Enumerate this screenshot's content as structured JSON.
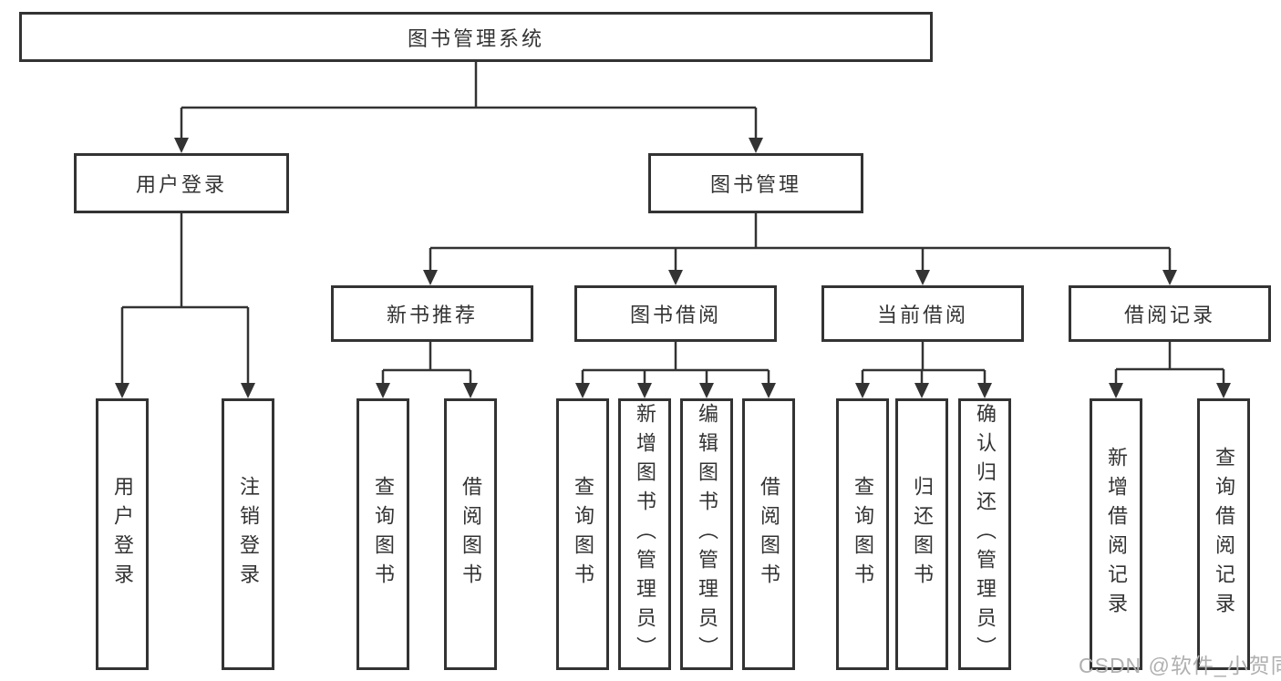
{
  "colors": {
    "line": "#333333",
    "box_border": "#333333",
    "text": "#333333",
    "watermark_text": "#b0b0b0",
    "background": "#ffffff"
  },
  "tree": {
    "root": {
      "label": "图书管理系统"
    },
    "branches": [
      {
        "label": "用户登录",
        "children": [
          {
            "label": "用户登录"
          },
          {
            "label": "注销登录"
          }
        ]
      },
      {
        "label": "图书管理",
        "children": [
          {
            "label": "新书推荐",
            "children": [
              {
                "label": "查询图书"
              },
              {
                "label": "借阅图书"
              }
            ]
          },
          {
            "label": "图书借阅",
            "children": [
              {
                "label": "查询图书"
              },
              {
                "label": "新增图书（管理员）"
              },
              {
                "label": "编辑图书（管理员）"
              },
              {
                "label": "借阅图书"
              }
            ]
          },
          {
            "label": "当前借阅",
            "children": [
              {
                "label": "查询图书"
              },
              {
                "label": "归还图书"
              },
              {
                "label": "确认归还（管理员）"
              }
            ]
          },
          {
            "label": "借阅记录",
            "children": [
              {
                "label": "新增借阅记录"
              },
              {
                "label": "查询借阅记录"
              }
            ]
          }
        ]
      }
    ]
  },
  "watermark": {
    "text": "CSDN @软件_小贺同学"
  }
}
